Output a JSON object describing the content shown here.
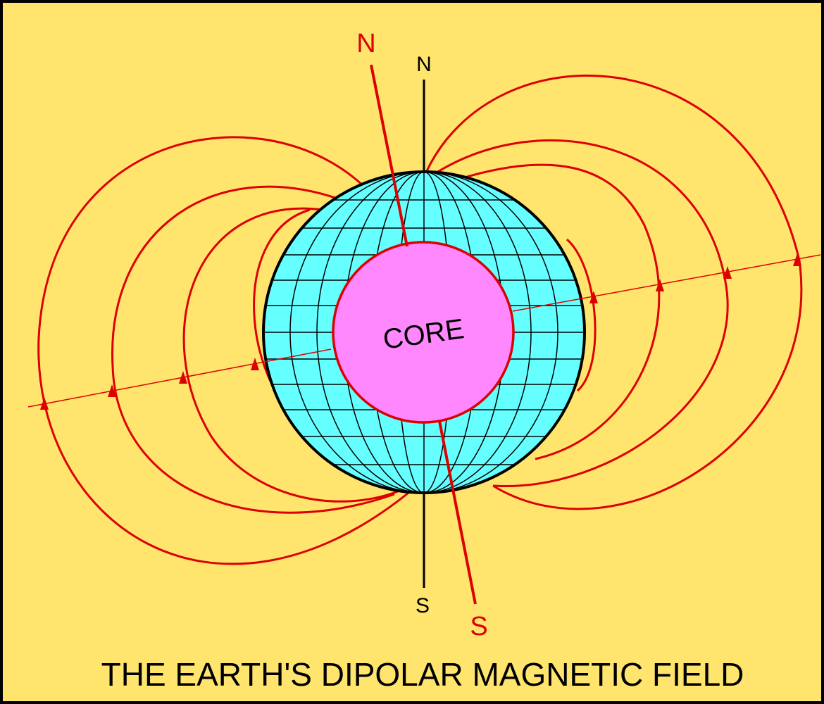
{
  "colors": {
    "background": "#FFE56E",
    "frame": "#000000",
    "earth": "#66FFFF",
    "core": "#FF88FF",
    "field": "#DD0000",
    "grid": "#000000"
  },
  "labels": {
    "geo_north": "N",
    "geo_south": "S",
    "mag_north": "N",
    "mag_south": "S",
    "core": "CORE",
    "caption": "THE EARTH'S DIPOLAR MAGNETIC FIELD"
  }
}
